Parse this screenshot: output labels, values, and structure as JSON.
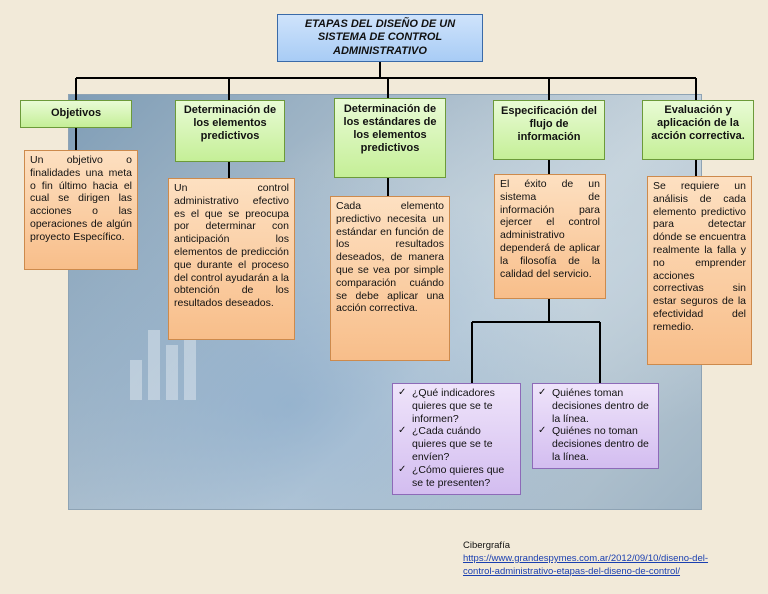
{
  "title": "ETAPAS DEL DISEÑO DE UN SISTEMA DE CONTROL ADMINISTRATIVO",
  "stages": [
    {
      "heading": "Objetivos",
      "text": "Un objetivo o finalidades una meta o fin último hacia el cual se dirigen las acciones o las operaciones de algún proyecto Específico."
    },
    {
      "heading": "Determinación de los elementos predictivos",
      "text": "Un control administrativo efectivo es el que se preocupa por determinar con anticipación los elementos de predicción que durante el proceso del control ayudarán a la obtención de los resultados deseados."
    },
    {
      "heading": "Determinación de los estándares de los elementos predictivos",
      "text": "Cada elemento predictivo necesita un estándar en función de los resultados deseados, de manera que se vea por simple comparación cuándo se debe aplicar una acción correctiva."
    },
    {
      "heading": "Especificación del flujo de información",
      "text": "El éxito de un sistema de información para ejercer el control administrativo dependerá de aplicar la filosofía de la calidad del servicio."
    },
    {
      "heading": "Evaluación y aplicación de la acción correctiva.",
      "text": "Se requiere un análisis de cada elemento predictivo para detectar dónde se encuentra realmente la falla y no emprender acciones correctivas sin estar seguros de la efectividad del remedio."
    }
  ],
  "questions": [
    "¿Qué indicadores quieres que se te informen?",
    "¿Cada cuándo quieres que se te envíen?",
    "¿Cómo quieres que se te presenten?"
  ],
  "decisions": [
    "Quiénes toman decisiones dentro de la línea.",
    "Quiénes no toman decisiones dentro de la línea."
  ],
  "credit": {
    "label": "Cibergrafía",
    "link_line1": "https://www.grandespymes.com.ar/2012/09/10/diseno-del-",
    "link_line2": "control-administrativo-etapas-del-diseno-de-control/"
  }
}
